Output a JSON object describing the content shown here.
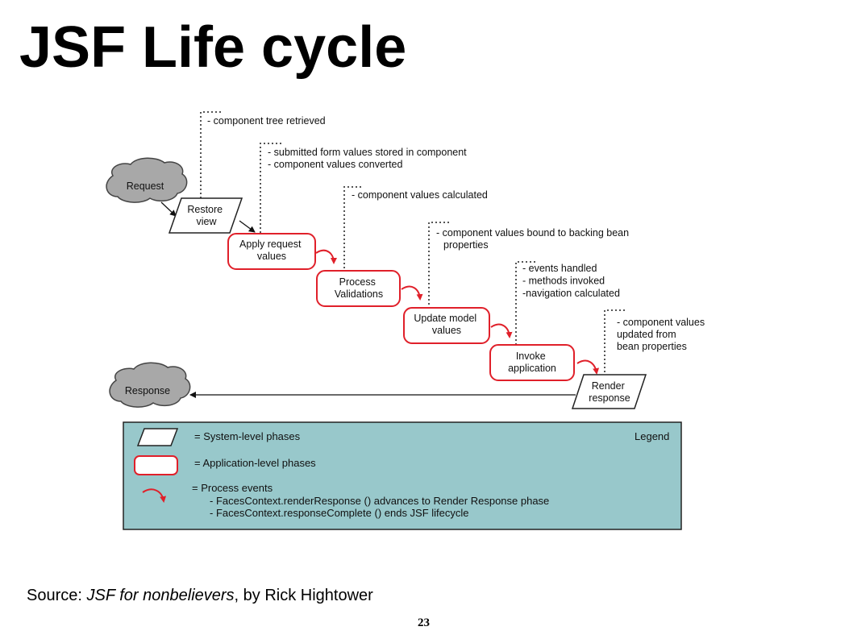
{
  "slide": {
    "title": "JSF Life cycle",
    "page_number": "23"
  },
  "source": {
    "prefix": "Source: ",
    "book": "JSF for nonbelievers",
    "suffix": ", by Rick Hightower"
  },
  "clouds": {
    "request": "Request",
    "response": "Response"
  },
  "phases": {
    "restore_view": [
      "Restore",
      "view"
    ],
    "apply_request_values": [
      "Apply request",
      "values"
    ],
    "process_validations": [
      "Process",
      "Validations"
    ],
    "update_model_values": [
      "Update model",
      "values"
    ],
    "invoke_application": [
      "Invoke",
      "application"
    ],
    "render_response": [
      "Render",
      "response"
    ]
  },
  "notes": {
    "restore_view": [
      "- component tree retrieved"
    ],
    "apply_request_values": [
      "- submitted form values stored in component",
      "- component values converted"
    ],
    "process_validations": [
      "- component values calculated"
    ],
    "update_model_values": [
      "- component values bound to backing bean",
      "  properties"
    ],
    "invoke_application": [
      "- events handled",
      "- methods invoked",
      "-navigation calculated"
    ],
    "render_response": [
      "- component values",
      "  updated from",
      "  bean properties"
    ]
  },
  "legend": {
    "title": "Legend",
    "system_level": "= System-level phases",
    "application_level": "= Application-level phases",
    "process_events": "= Process events",
    "render_response_note": "- FacesContext.renderResponse () advances to Render Response phase",
    "response_complete_note": "- FacesContext.responseComplete () ends JSF lifecycle"
  },
  "colors": {
    "cloud_fill": "#a8a8a8",
    "app_phase_border": "#e0202a",
    "event_arrow": "#e0202a",
    "legend_fill": "#98c8cb",
    "dotted_line": "#555555"
  }
}
